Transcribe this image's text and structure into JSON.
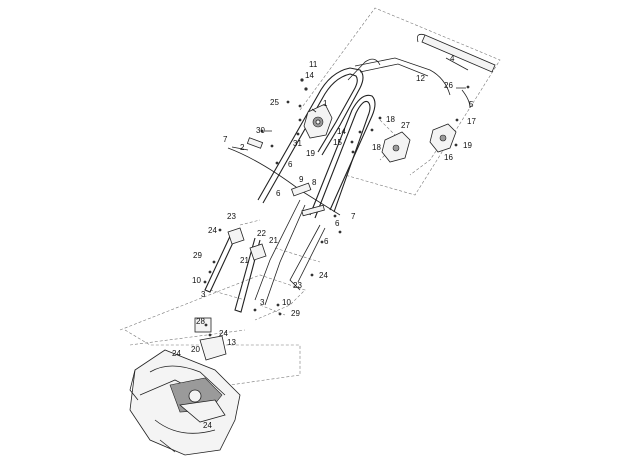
{
  "labels": {
    "l1": "1",
    "l2": "2",
    "l3a": "3",
    "l3b": "3",
    "l4": "4",
    "l5": "5",
    "l6a": "6",
    "l6b": "6",
    "l6c": "6",
    "l6d": "6",
    "l7a": "7",
    "l7b": "7",
    "l8": "8",
    "l9": "9",
    "l10a": "10",
    "l10b": "10",
    "l11": "11",
    "l12": "12",
    "l13": "13",
    "l14a": "14",
    "l14b": "14",
    "l15": "15",
    "l16": "16",
    "l17": "17",
    "l18a": "18",
    "l18b": "18",
    "l19a": "19",
    "l19b": "19",
    "l20": "20",
    "l21a": "21",
    "l21b": "21",
    "l22": "22",
    "l23a": "23",
    "l23b": "23",
    "l24a": "24",
    "l24b": "24",
    "l24c": "24",
    "l24d": "24",
    "l24e": "24",
    "l25": "25",
    "l26": "26",
    "l27": "27",
    "l28": "28",
    "l29a": "29",
    "l29b": "29",
    "l30": "30",
    "l31": "31"
  },
  "icons": {
    "diagram": "exploded-parts-diagram-mower-handle"
  }
}
